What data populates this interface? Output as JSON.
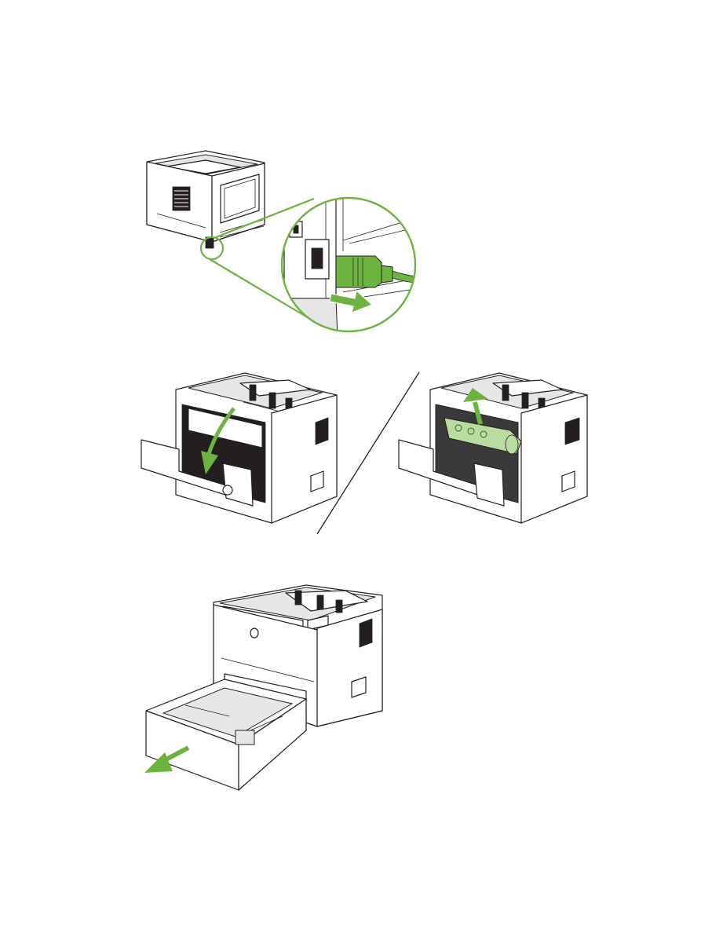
{
  "page": {
    "illustrations": [
      {
        "id": "step-unplug-power",
        "highlight_color": "#6db33f"
      },
      {
        "id": "step-remove-toner-cartridge",
        "highlight_color": "#6db33f"
      },
      {
        "id": "step-pull-out-tray",
        "highlight_color": "#6db33f"
      }
    ]
  },
  "colors": {
    "accent_green": "#6db33f",
    "accent_green_light": "#b9dca0",
    "line_ink": "#231f20",
    "background": "#ffffff"
  },
  "icons": [
    "arrow-right-icon",
    "arrow-down-curved-icon",
    "arrow-up-icon",
    "arrow-down-left-icon"
  ]
}
